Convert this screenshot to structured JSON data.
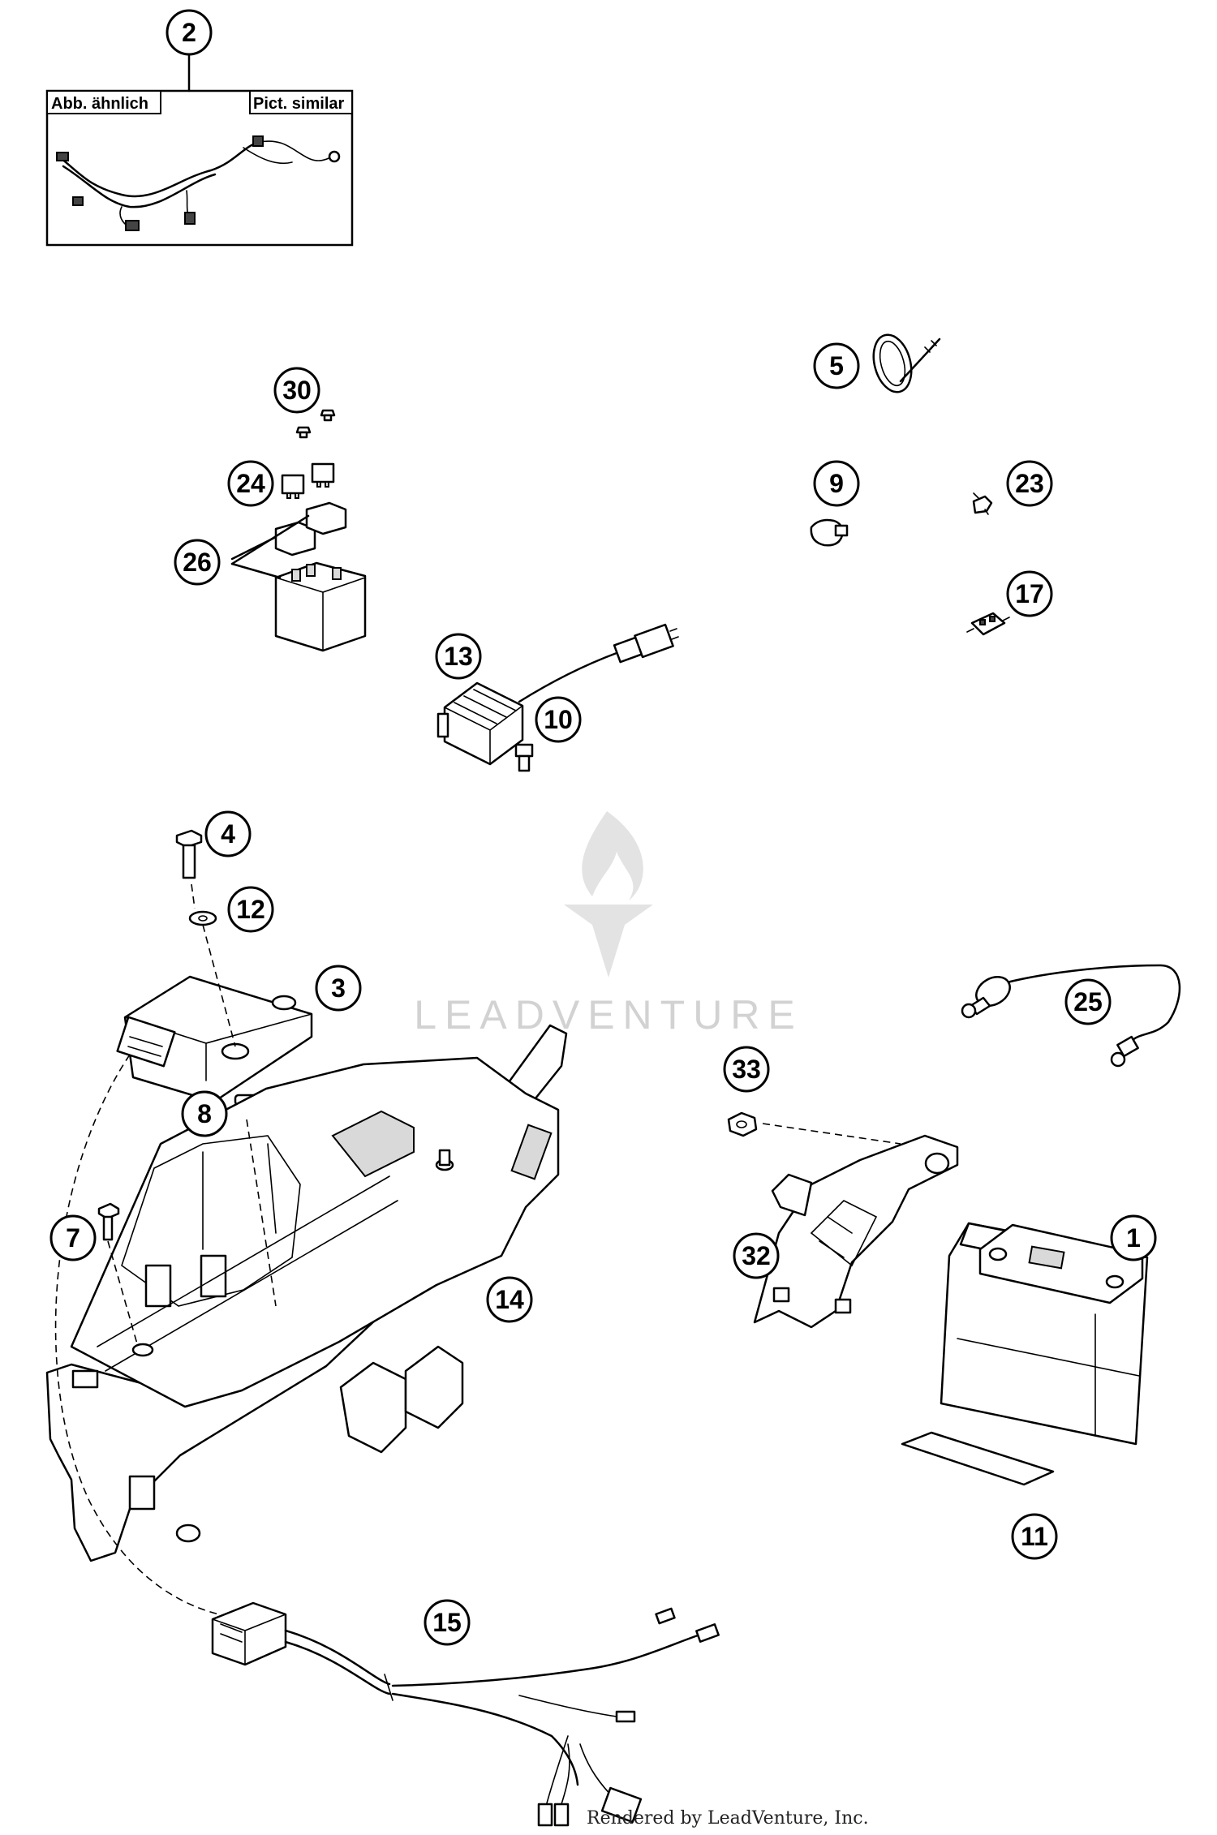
{
  "inset": {
    "label_left": "Abb. ähnlich",
    "label_right": "Pict. similar"
  },
  "watermark": {
    "brand": "LEADVENTURE"
  },
  "footer": {
    "text": "Rendered by LeadVenture, Inc."
  },
  "callouts": [
    {
      "id": "c2",
      "number": "2"
    },
    {
      "id": "c30",
      "number": "30"
    },
    {
      "id": "c24",
      "number": "24"
    },
    {
      "id": "c26",
      "number": "26"
    },
    {
      "id": "c13",
      "number": "13"
    },
    {
      "id": "c10",
      "number": "10"
    },
    {
      "id": "c5",
      "number": "5"
    },
    {
      "id": "c9",
      "number": "9"
    },
    {
      "id": "c23",
      "number": "23"
    },
    {
      "id": "c17",
      "number": "17"
    },
    {
      "id": "c4",
      "number": "4"
    },
    {
      "id": "c12",
      "number": "12"
    },
    {
      "id": "c3",
      "number": "3"
    },
    {
      "id": "c8",
      "number": "8"
    },
    {
      "id": "c7",
      "number": "7"
    },
    {
      "id": "c14",
      "number": "14"
    },
    {
      "id": "c25",
      "number": "25"
    },
    {
      "id": "c33",
      "number": "33"
    },
    {
      "id": "c32",
      "number": "32"
    },
    {
      "id": "c1",
      "number": "1"
    },
    {
      "id": "c11",
      "number": "11"
    },
    {
      "id": "c15",
      "number": "15"
    }
  ]
}
